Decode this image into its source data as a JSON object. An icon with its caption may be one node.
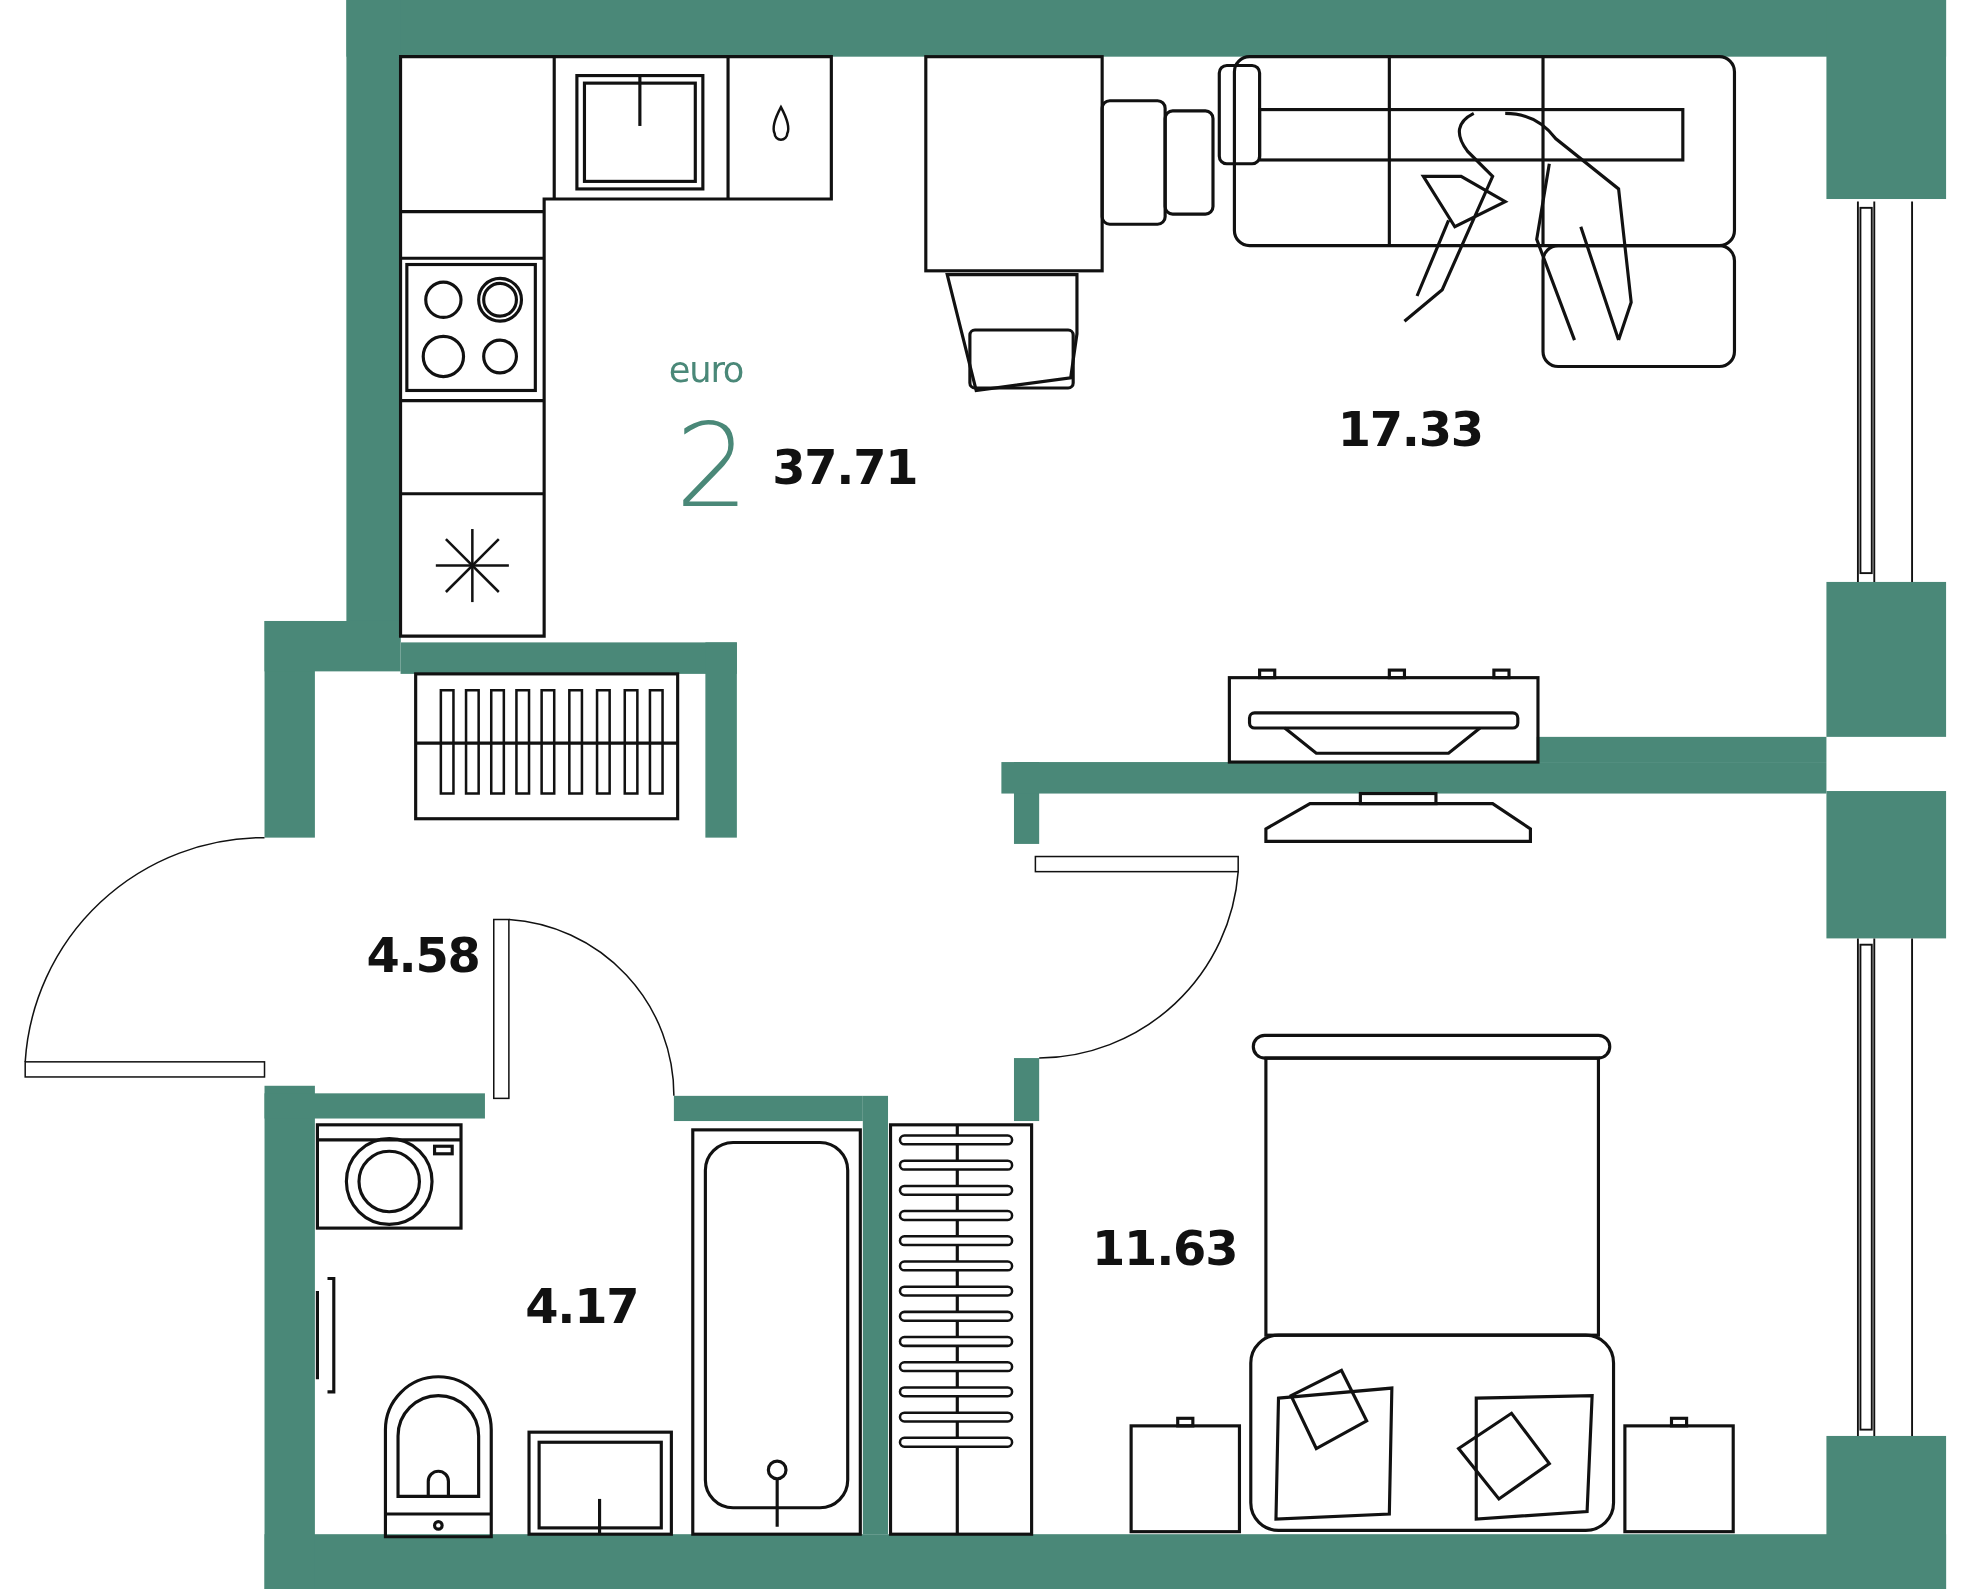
{
  "diagram": {
    "labels": [
      "euro",
      "2",
      "37.71",
      "17.33",
      "4.58",
      "4.17",
      "11.63"
    ]
  }
}
